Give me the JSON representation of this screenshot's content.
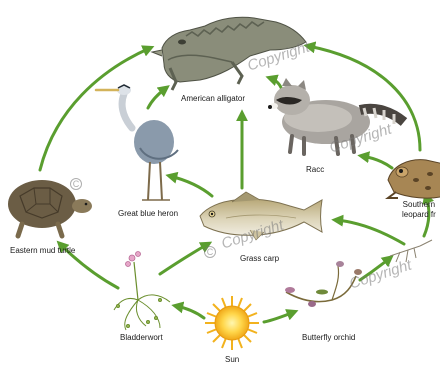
{
  "diagram": {
    "organisms": {
      "alligator": "American alligator",
      "heron": "Great blue heron",
      "raccoon": "Racc",
      "frog": "Southern\nleopard fr",
      "turtle": "Eastern mud turtle",
      "carp": "Grass carp",
      "bladderwort": "Bladderwort",
      "orchid": "Butterfly orchid",
      "sun": "Sun"
    },
    "watermark": {
      "text": "Copyright",
      "symbol": "C"
    },
    "colors": {
      "arrow": "#5a9e2f"
    }
  }
}
